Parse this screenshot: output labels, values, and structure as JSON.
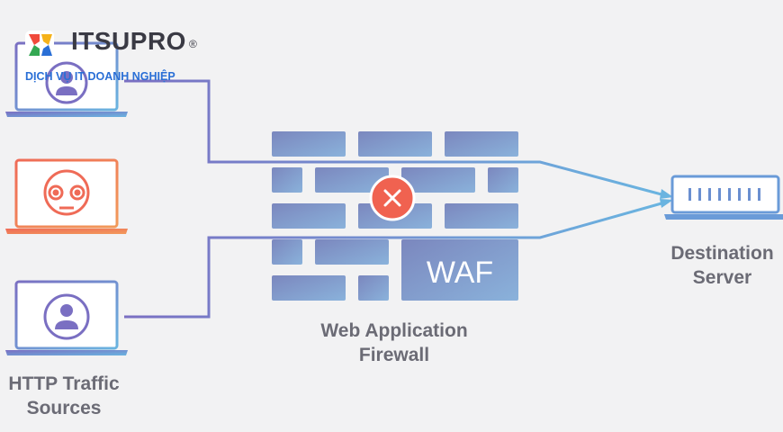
{
  "logo": {
    "name": "ITSUPRO",
    "registered": "®",
    "tagline": "DỊCH VỤ IT DOANH NGHIỆP"
  },
  "waf_box_text": "WAF",
  "labels": {
    "sources_line1": "HTTP Traffic",
    "sources_line2": "Sources",
    "firewall_line1": "Web Application",
    "firewall_line2": "Firewall",
    "server_line1": "Destination",
    "server_line2": "Server"
  },
  "colors": {
    "background": "#f2f2f3",
    "wall_brick": "#7b87be",
    "legit_purple": "#7a6fc2",
    "legit_blue": "#6ab4e0",
    "malicious_red": "#ef6b57",
    "malicious_orange": "#f29a5a",
    "block_marker": "#f06250",
    "label_text": "#6b6b75"
  },
  "icons": {
    "source_top": "user-laptop-icon",
    "source_middle": "bot-laptop-icon",
    "source_bottom": "user-laptop-icon",
    "block": "blocked-x-icon",
    "server": "server-icon"
  }
}
